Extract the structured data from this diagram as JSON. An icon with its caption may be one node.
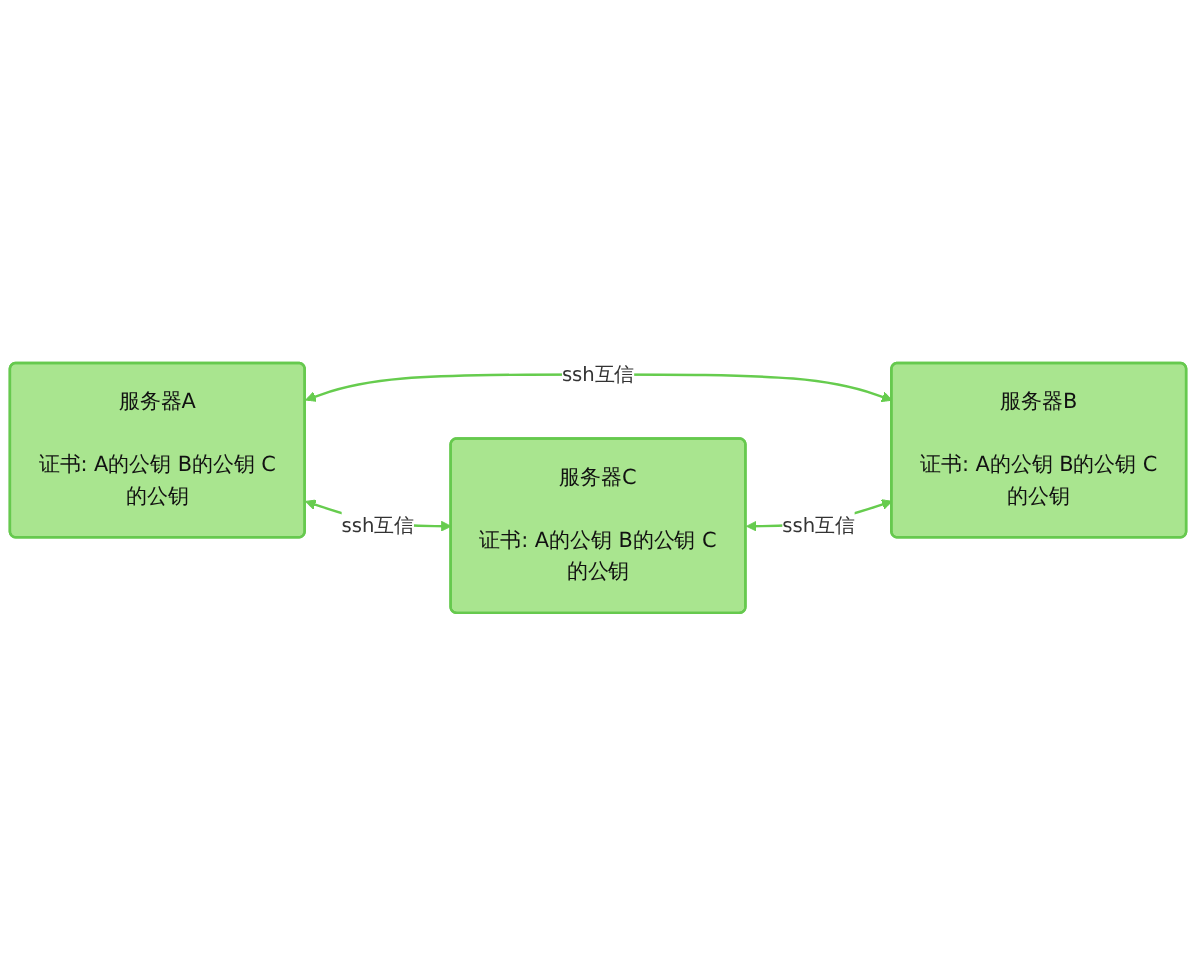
{
  "diagram": {
    "nodes": [
      {
        "text": [
          "服务器A",
          "证书: A的公钥 B的公钥 C的公钥"
        ]
      },
      {
        "text": [
          "服务器B",
          "证书: A的公钥 B的公钥 C的公钥"
        ]
      },
      {
        "text": [
          "服务器C",
          "证书: A的公钥 B的公钥 C的公钥"
        ]
      }
    ],
    "edges": [
      {
        "from": 0,
        "to": 1,
        "arrow": "both",
        "label": "ssh互信"
      },
      {
        "from": 0,
        "to": 2,
        "arrow": "both",
        "label": "ssh互信"
      },
      {
        "from": 2,
        "to": 1,
        "arrow": "both",
        "label": "ssh互信"
      }
    ]
  }
}
